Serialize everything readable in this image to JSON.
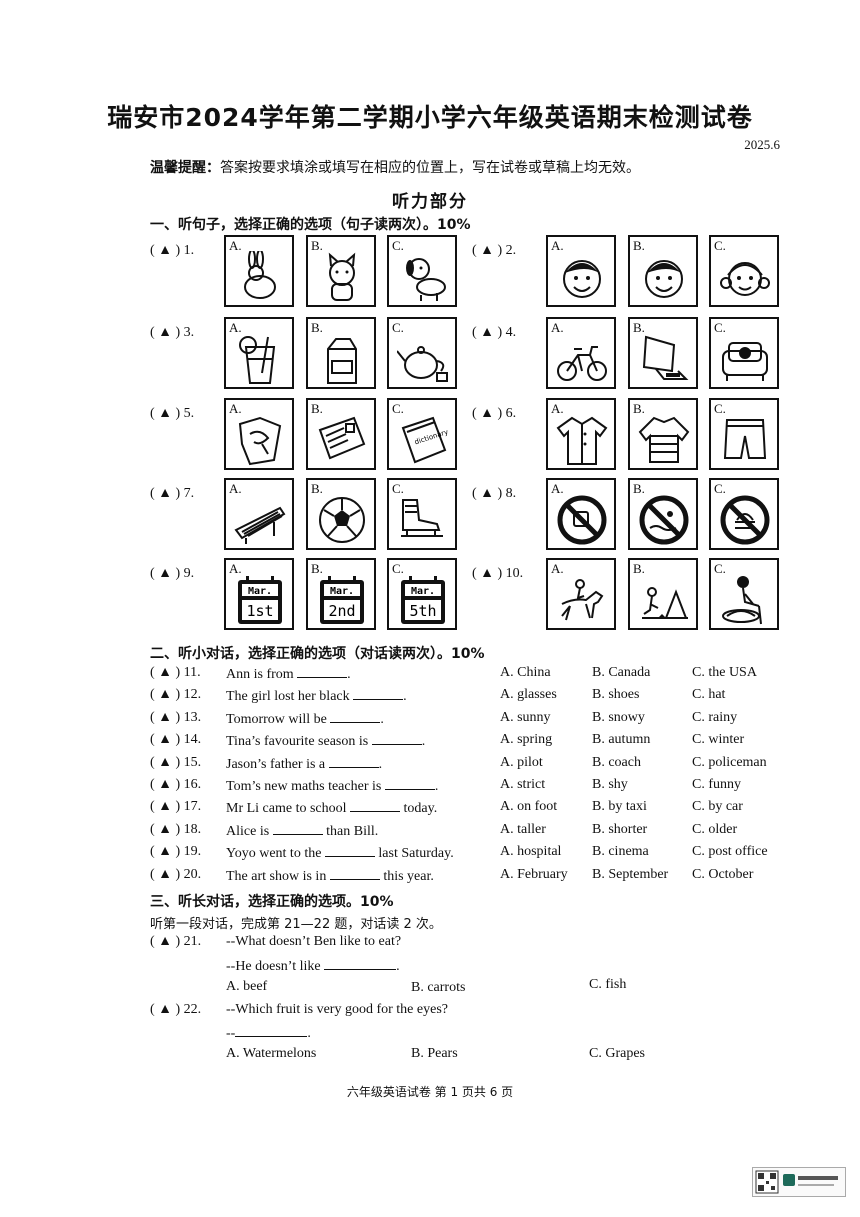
{
  "title": "瑞安市2024学年第二学期小学六年级英语期末检测试卷",
  "date": "2025.6",
  "tip_label": "温馨提醒：",
  "tip_text": "答案按要求填涂或填写在相应的位置上，写在试卷或草稿上均无效。",
  "listening_title": "听力部分",
  "part1": {
    "heading": "一、听句子，选择正确的选项（句子读两次）。10%",
    "items": [
      {
        "num": "( ▲ ) 1.",
        "options": [
          {
            "label": "A.",
            "icon": "rabbit-icon"
          },
          {
            "label": "B.",
            "icon": "cat-icon"
          },
          {
            "label": "C.",
            "icon": "dog-icon"
          }
        ]
      },
      {
        "num": "( ▲ ) 2.",
        "options": [
          {
            "label": "A.",
            "icon": "boy-face-icon"
          },
          {
            "label": "B.",
            "icon": "boy-face-icon"
          },
          {
            "label": "C.",
            "icon": "girl-face-icon"
          }
        ]
      },
      {
        "num": "( ▲ ) 3.",
        "options": [
          {
            "label": "A.",
            "icon": "juice-icon"
          },
          {
            "label": "B.",
            "icon": "milk-icon"
          },
          {
            "label": "C.",
            "icon": "tea-icon"
          }
        ]
      },
      {
        "num": "( ▲ ) 4.",
        "options": [
          {
            "label": "A.",
            "icon": "bike-icon"
          },
          {
            "label": "B.",
            "icon": "computer-icon"
          },
          {
            "label": "C.",
            "icon": "sofa-icon"
          }
        ]
      },
      {
        "num": "( ▲ ) 5.",
        "options": [
          {
            "label": "A.",
            "icon": "map-icon"
          },
          {
            "label": "B.",
            "icon": "postcard-icon"
          },
          {
            "label": "C.",
            "icon": "dictionary-icon"
          }
        ]
      },
      {
        "num": "( ▲ ) 6.",
        "options": [
          {
            "label": "A.",
            "icon": "shirt-icon"
          },
          {
            "label": "B.",
            "icon": "sweater-icon"
          },
          {
            "label": "C.",
            "icon": "shorts-icon"
          }
        ]
      },
      {
        "num": "( ▲ ) 7.",
        "options": [
          {
            "label": "A.",
            "icon": "zither-icon"
          },
          {
            "label": "B.",
            "icon": "football-icon"
          },
          {
            "label": "C.",
            "icon": "skates-icon"
          }
        ]
      },
      {
        "num": "( ▲ ) 8.",
        "options": [
          {
            "label": "A.",
            "icon": "no-smoking-sign-icon"
          },
          {
            "label": "B.",
            "icon": "no-swimming-sign-icon"
          },
          {
            "label": "C.",
            "icon": "no-food-sign-icon"
          }
        ]
      },
      {
        "num": "( ▲ ) 9.",
        "options": [
          {
            "label": "A.",
            "icon": "calendar-icon",
            "month": "Mar.",
            "day": "1st"
          },
          {
            "label": "B.",
            "icon": "calendar-icon",
            "month": "Mar.",
            "day": "2nd"
          },
          {
            "label": "C.",
            "icon": "calendar-icon",
            "month": "Mar.",
            "day": "5th"
          }
        ]
      },
      {
        "num": "( ▲ ) 10.",
        "options": [
          {
            "label": "A.",
            "icon": "horse-riding-icon"
          },
          {
            "label": "B.",
            "icon": "camping-icon"
          },
          {
            "label": "C.",
            "icon": "washing-clothes-icon"
          }
        ]
      }
    ]
  },
  "part2": {
    "heading": "二、听小对话，选择正确的选项（对话读两次）。10%",
    "items": [
      {
        "num": "( ▲ ) 11.",
        "pre": "Ann is from",
        "post": ".",
        "a": "A. China",
        "b": "B. Canada",
        "c": "C. the USA"
      },
      {
        "num": "( ▲ ) 12.",
        "pre": "The girl lost her black",
        "post": ".",
        "a": "A. glasses",
        "b": "B. shoes",
        "c": "C. hat"
      },
      {
        "num": "( ▲ ) 13.",
        "pre": "Tomorrow will be",
        "post": ".",
        "a": "A. sunny",
        "b": "B. snowy",
        "c": "C. rainy"
      },
      {
        "num": "( ▲ ) 14.",
        "pre": "Tina’s favourite season is",
        "post": ".",
        "a": "A. spring",
        "b": "B. autumn",
        "c": "C. winter"
      },
      {
        "num": "( ▲ ) 15.",
        "pre": "Jason’s father is a",
        "post": ".",
        "a": "A. pilot",
        "b": "B. coach",
        "c": "C. policeman"
      },
      {
        "num": "( ▲ ) 16.",
        "pre": "Tom’s new maths teacher is",
        "post": ".",
        "a": "A. strict",
        "b": "B. shy",
        "c": "C. funny"
      },
      {
        "num": "( ▲ ) 17.",
        "pre": "Mr Li came to school",
        "post": "today.",
        "a": "A. on foot",
        "b": "B. by taxi",
        "c": "C. by car"
      },
      {
        "num": "( ▲ ) 18.",
        "pre": "Alice is",
        "post": "than Bill.",
        "a": "A. taller",
        "b": "B. shorter",
        "c": "C. older"
      },
      {
        "num": "( ▲ ) 19.",
        "pre": "Yoyo went to the",
        "post": "last Saturday.",
        "a": "A. hospital",
        "b": "B. cinema",
        "c": "C. post office"
      },
      {
        "num": "( ▲ ) 20.",
        "pre": "The art show is in",
        "post": "this year.",
        "a": "A. February",
        "b": "B. September",
        "c": "C. October"
      }
    ]
  },
  "part3": {
    "heading": "三、听长对话，选择正确的选项。10%",
    "sub": "听第一段对话，完成第 21—22 题，对话读 2 次。",
    "q21": {
      "num": "( ▲ ) 21.",
      "q": "--What doesn’t Ben like to eat?",
      "a_pre": "--He doesn’t like",
      "a_post": ".",
      "a": "A. beef",
      "b": "B. carrots",
      "c": "C. fish"
    },
    "q22": {
      "num": "( ▲ ) 22.",
      "q": "--Which fruit is very good for the eyes?",
      "a_pre": "--",
      "a_post": ".",
      "a": "A. Watermelons",
      "b": "B. Pears",
      "c": "C. Grapes"
    }
  },
  "footer": "六年级英语试卷 第 1 页共 6 页"
}
